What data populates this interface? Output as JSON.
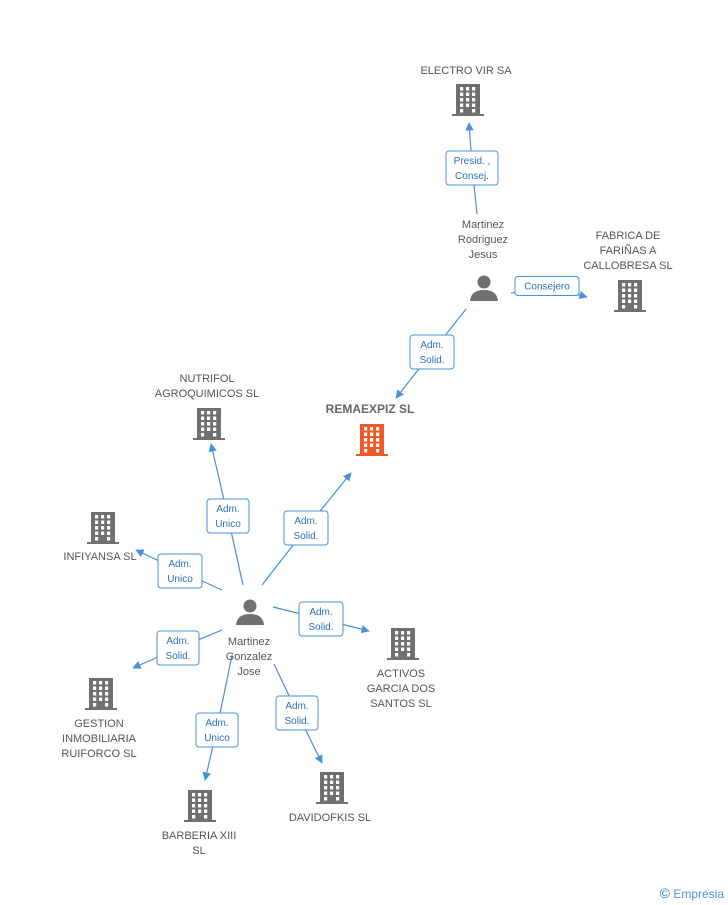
{
  "nodes": {
    "remaexpiz": {
      "label": "REMAEXPIZ SL",
      "kind": "company",
      "main": true
    },
    "electrovir": {
      "label": "ELECTRO VIR SA",
      "kind": "company"
    },
    "mrj": {
      "label": "Martinez\nRodriguez\nJesus",
      "kind": "person"
    },
    "fabrica": {
      "label": "FABRICA DE\nFARIÑAS A\nCALLOBRESA SL",
      "kind": "company"
    },
    "nutrifol": {
      "label": "NUTRIFOL\nAGROQUIMICOS SL",
      "kind": "company"
    },
    "infiyansa": {
      "label": "INFIYANSA SL",
      "kind": "company"
    },
    "mgj": {
      "label": "Martinez\nGonzalez\nJose",
      "kind": "person"
    },
    "activos": {
      "label": "ACTIVOS\nGARCIA DOS\nSANTOS  SL",
      "kind": "company"
    },
    "gestion": {
      "label": "GESTION\nINMOBILIARIA\nRUIFORCO SL",
      "kind": "company"
    },
    "barberia": {
      "label": "BARBERIA XIII\nSL",
      "kind": "company"
    },
    "davidofkis": {
      "label": "DAVIDOFKIS SL",
      "kind": "company"
    }
  },
  "edges": [
    {
      "from": "mrj",
      "to": "electrovir",
      "label": "Presid. ,\nConsej."
    },
    {
      "from": "mrj",
      "to": "fabrica",
      "label": "Consejero"
    },
    {
      "from": "mrj",
      "to": "remaexpiz",
      "label": "Adm.\nSolid."
    },
    {
      "from": "mgj",
      "to": "remaexpiz",
      "label": "Adm.\nSolid."
    },
    {
      "from": "mgj",
      "to": "nutrifol",
      "label": "Adm.\nUnico"
    },
    {
      "from": "mgj",
      "to": "infiyansa",
      "label": "Adm.\nUnico"
    },
    {
      "from": "mgj",
      "to": "activos",
      "label": "Adm.\nSolid."
    },
    {
      "from": "mgj",
      "to": "gestion",
      "label": "Adm.\nSolid."
    },
    {
      "from": "mgj",
      "to": "barberia",
      "label": "Adm.\nUnico"
    },
    {
      "from": "mgj",
      "to": "davidofkis",
      "label": "Adm.\nSolid."
    }
  ],
  "colors": {
    "edge": "#4a8fd9",
    "label_border": "#4a8fd9",
    "label_text": "#2f6fb5",
    "company_icon": "#707070",
    "main_icon": "#f05a28",
    "person_icon": "#707070"
  },
  "brand": {
    "symbol": "©",
    "text": "Empresia"
  }
}
